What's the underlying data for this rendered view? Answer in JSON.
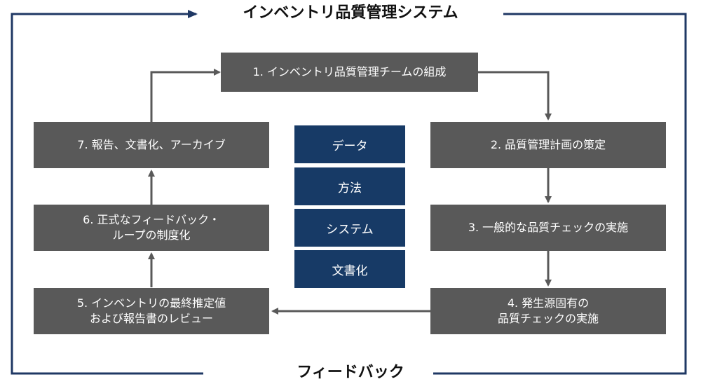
{
  "title_top": "インベントリ品質管理システム",
  "title_bottom": "フィードバック",
  "steps": [
    "1. インベントリ品質管理チームの組成",
    "2. 品質管理計画の策定",
    "3. 一般的な品質チェックの実施",
    "4. 発生源固有の\n品質チェックの実施",
    "5. インベントリの最終推定値\nおよび報告書のレビュー",
    "6. 正式なフィードバック・\nループの制度化",
    "7. 報告、文書化、アーカイブ"
  ],
  "center_items": [
    "データ",
    "方法",
    "システム",
    "文書化"
  ],
  "colors": {
    "step_box": "#595959",
    "center_box": "#173a66",
    "frame_line": "#1f3864",
    "arrow": "#595959"
  }
}
